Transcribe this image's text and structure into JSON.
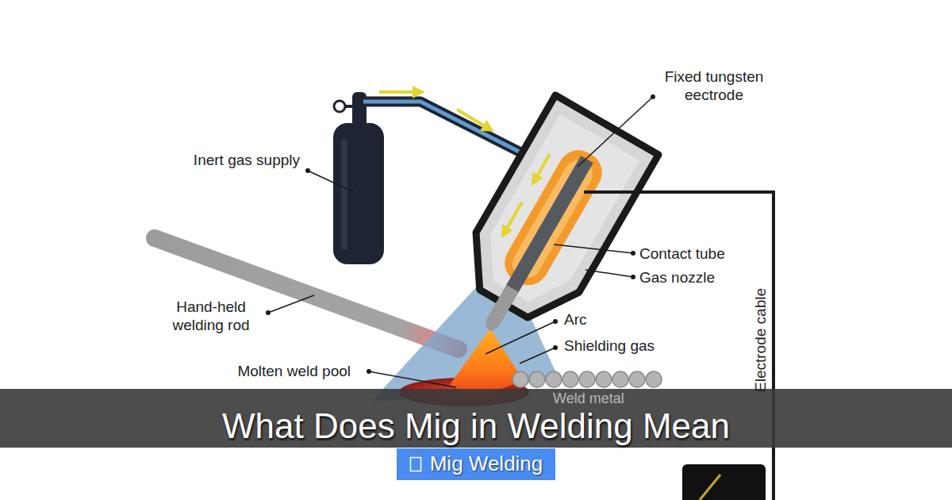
{
  "diagram": {
    "title": "What Does Mig in Welding Mean",
    "nodes": [
      {
        "text": [
          "Mig Welding"
        ]
      }
    ],
    "labels": [
      "Fixed tungsten eectrode",
      "Inert gas supply",
      "Contact tube",
      "Gas nozzle",
      "Hand-held welding rod",
      "Arc",
      "Shielding gas",
      "Molten weld pool",
      "Weld metal",
      "Electrode cable"
    ]
  }
}
